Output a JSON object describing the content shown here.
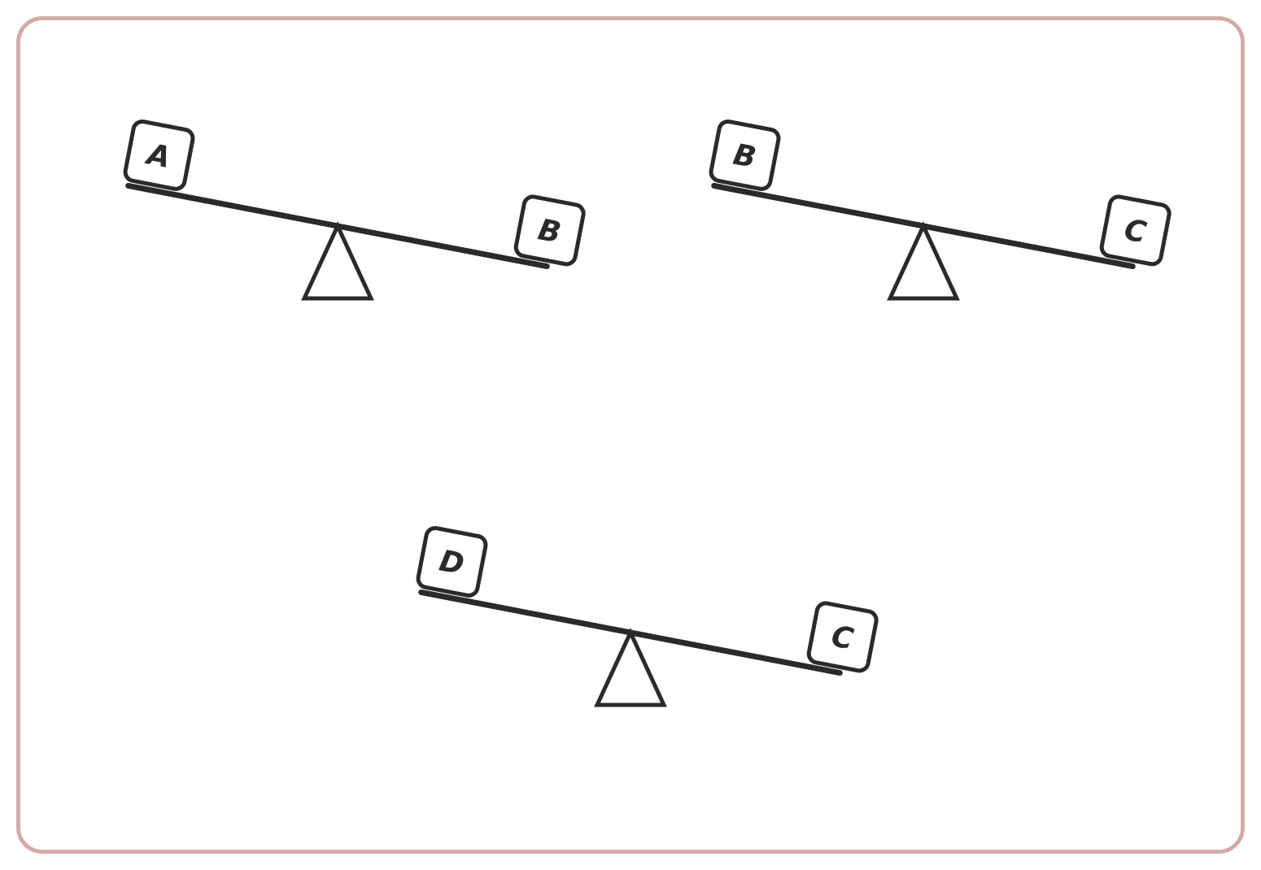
{
  "colors": {
    "frame": "#d4aaa9",
    "ink": "#2a2a2a",
    "fill": "#ffffff"
  },
  "seesaws": [
    {
      "id": "seesaw-1",
      "left_block": "A",
      "right_block": "B",
      "heavier_side": "right"
    },
    {
      "id": "seesaw-2",
      "left_block": "B",
      "right_block": "C",
      "heavier_side": "right"
    },
    {
      "id": "seesaw-3",
      "left_block": "D",
      "right_block": "C",
      "heavier_side": "right"
    }
  ]
}
